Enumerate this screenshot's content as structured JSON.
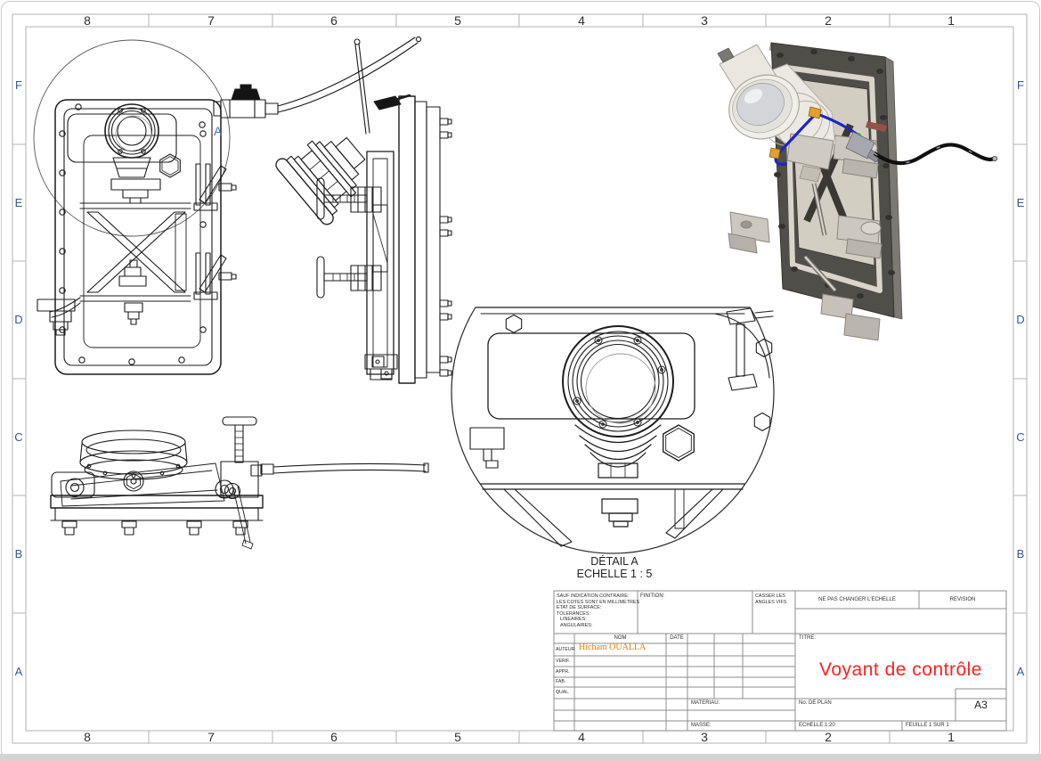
{
  "drawing": {
    "border": {
      "columns": [
        "8",
        "7",
        "6",
        "5",
        "4",
        "3",
        "2",
        "1"
      ],
      "rows": [
        "F",
        "E",
        "D",
        "C",
        "B",
        "A"
      ]
    },
    "views": {
      "front": {
        "detail_marker": "A"
      },
      "detail": {
        "title": "DÉTAIL A",
        "scale": "ECHELLE 1 : 5"
      }
    },
    "title_block": {
      "notes": [
        "SAUF INDICATION CONTRAIRE:",
        "LES COTES SONT EN MILLIMETRES",
        "ETAT DE SURFACE:",
        "TOLERANCES:",
        "LINEAIRES:",
        "ANGULAIRES:"
      ],
      "finition": "FINITION:",
      "deburr_line1": "CASSER LES",
      "deburr_line2": "ANGLES VIFS",
      "do_not_scale": "NE PAS CHANGER L'ECHELLE",
      "revision": "REVISION",
      "nom": "NOM",
      "date": "DATE",
      "row_labels": [
        "AUTEUR",
        "VERIF.",
        "APPR.",
        "FAB.",
        "QUAL."
      ],
      "author_name": "Hicham OUALLA",
      "titre_label": "TITRE:",
      "title": "Voyant de contrôle",
      "materiau": "MATERIAU:",
      "no_de_plan": "No. DE PLAN",
      "format": "A3",
      "masse": "MASSE:",
      "echelle": "ECHELLE:1:20",
      "feuille": "FEUILLE 1 SUR 1"
    },
    "colors": {
      "marker_blue": "#4273b8",
      "title_red": "#ff2020",
      "author_orange": "#e27d12"
    }
  }
}
